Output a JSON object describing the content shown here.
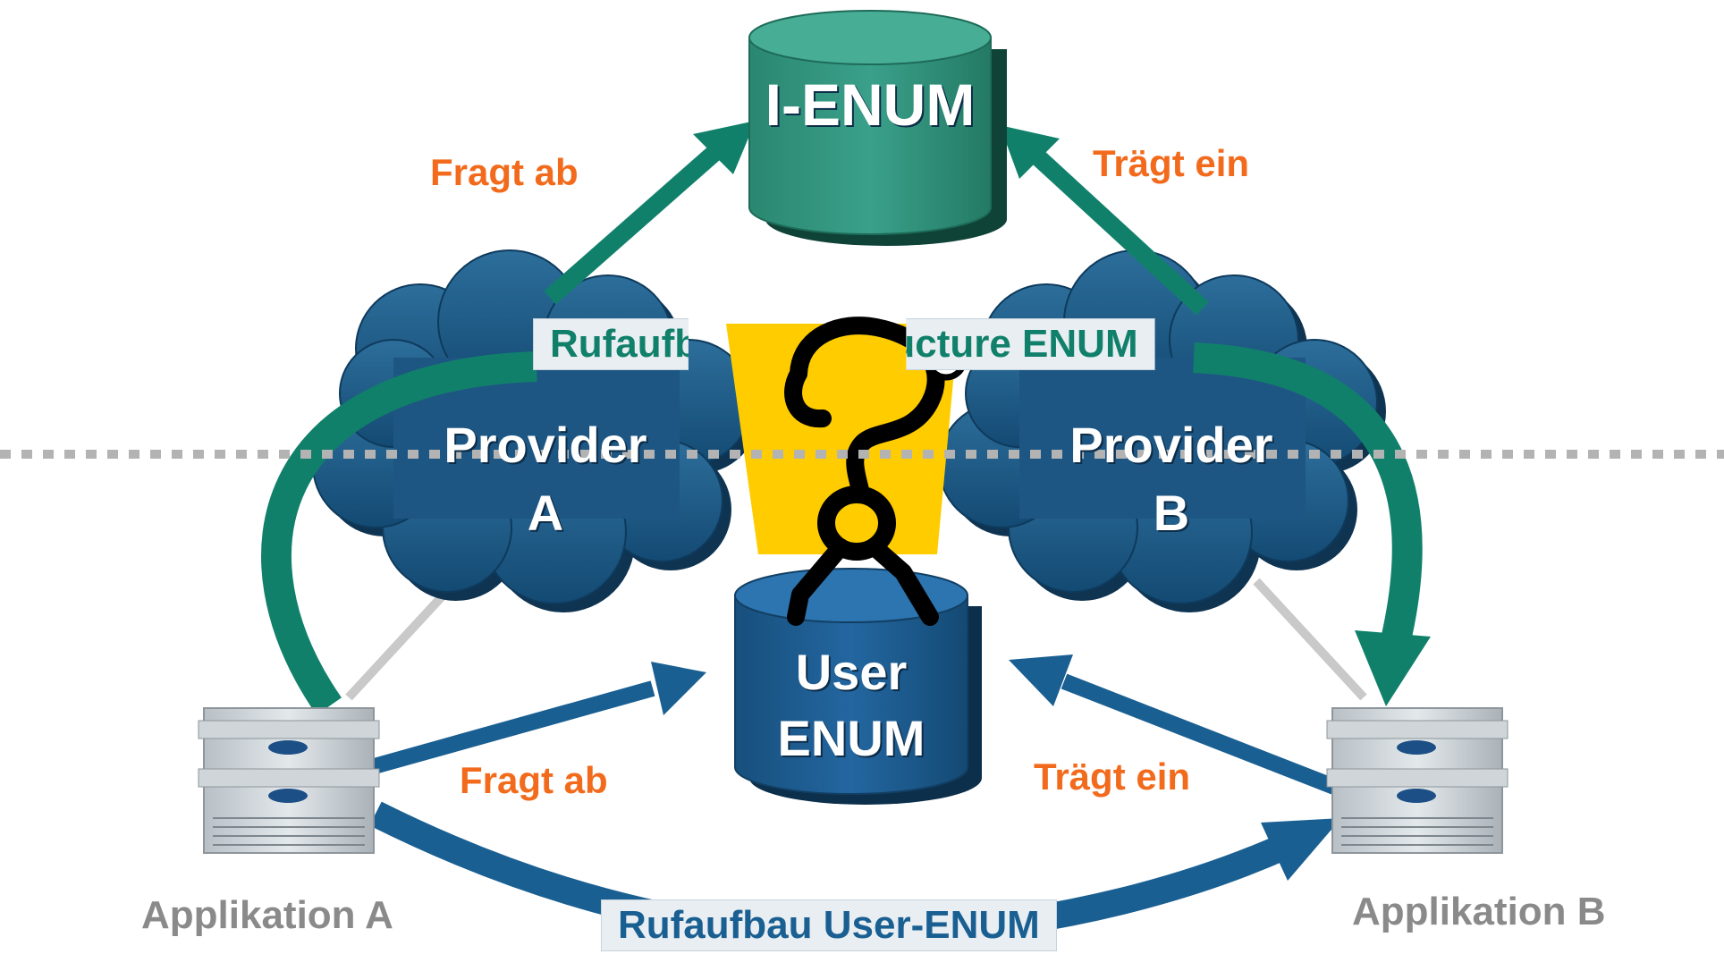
{
  "databases": {
    "ienum": {
      "label": "I-ENUM"
    },
    "userenum": {
      "label_line1": "User",
      "label_line2": "ENUM"
    }
  },
  "providers": {
    "a": {
      "line1": "Provider",
      "line2": "A"
    },
    "b": {
      "line1": "Provider",
      "line2": "B"
    }
  },
  "applications": {
    "a": {
      "label": "Applikation A"
    },
    "b": {
      "label": "Applikation B"
    }
  },
  "edge_labels": {
    "top_left": "Fragt ab",
    "top_right": "Trägt ein",
    "bottom_left": "Fragt ab",
    "bottom_right": "Trägt  ein"
  },
  "flow_labels": {
    "infrastructure": "Rufaufbau Infrastructure ENUM",
    "user": "Rufaufbau User-ENUM"
  },
  "icons": [
    "database-icon",
    "cloud-icon",
    "server-icon",
    "question-mark-figure-icon"
  ],
  "colors": {
    "teal": "#11806b",
    "blue": "#1a5f92",
    "orange": "#f26b1d",
    "cloud": "#1f5a86",
    "db_teal": "#2f8f78",
    "db_blue": "#1d5b8c",
    "question_bg": "#ffcc00",
    "divider": "#b3b3b3"
  }
}
